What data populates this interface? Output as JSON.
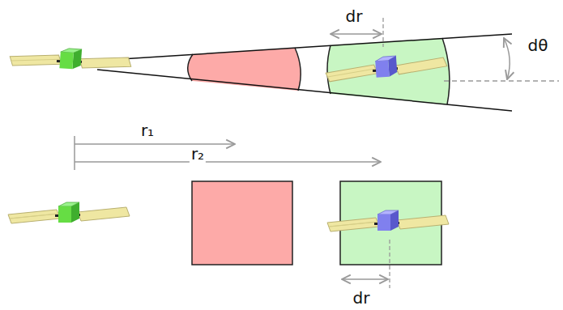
{
  "diagram": {
    "labels": [
      "dr",
      "dθ",
      "r₁",
      "r₂",
      "dr"
    ]
  }
}
